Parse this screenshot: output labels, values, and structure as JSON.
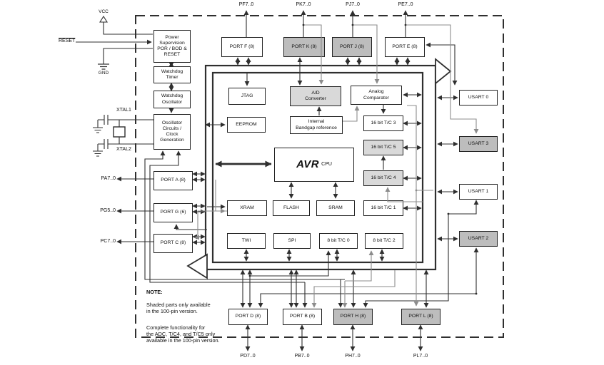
{
  "pins": {
    "pf": "PF7..0",
    "pk": "PK7..0",
    "pj": "PJ7..0",
    "pe": "PE7..0",
    "pa": "PA7..0",
    "pg": "PG5..0",
    "pc": "PC7..0",
    "pd": "PD7..0",
    "pb": "PB7..0",
    "ph": "PH7..0",
    "pl": "PL7..0",
    "vcc": "VCC",
    "reset": "RESET",
    "gnd": "GND",
    "xtal1": "XTAL1",
    "xtal2": "XTAL2"
  },
  "blocks": {
    "power_supervision": "Power\nSupervision\nPOR / BOD &\nRESET",
    "watchdog_timer": "Watchdog\nTimer",
    "watchdog_oscillator": "Watchdog\nOscillator",
    "oscillator": "Oscillator\nCircuits /\nClock\nGeneration",
    "port_f": "PORT F (8)",
    "port_k": "PORT K (8)",
    "port_j": "PORT J (8)",
    "port_e": "PORT E (8)",
    "port_a": "PORT A (8)",
    "port_g": "PORT G (6)",
    "port_c": "PORT C (8)",
    "port_d": "PORT D (8)",
    "port_b": "PORT B (8)",
    "port_h": "PORT H (8)",
    "port_l": "PORT L (8)",
    "jtag": "JTAG",
    "adc": "A/D\nConverter",
    "comparator": "Analog\nComparator",
    "eeprom": "EEPROM",
    "bandgap": "Internal\nBandgap reference",
    "tc3": "16 bit T/C 3",
    "tc5": "16 bit T/C 5",
    "tc4": "16 bit T/C 4",
    "tc1": "16 bit T/C 1",
    "cpu_logo": "AVR",
    "cpu_label": "CPU",
    "xram": "XRAM",
    "flash": "FLASH",
    "sram": "SRAM",
    "twi": "TWI",
    "spi": "SPI",
    "tc0": "8 bit T/C 0",
    "tc2": "8 bit T/C 2",
    "usart0": "USART 0",
    "usart1": "USART 1",
    "usart2": "USART 2",
    "usart3": "USART 3"
  },
  "note": {
    "title": "NOTE:",
    "p1": "Shaded parts only available\nin the 100-pin version.",
    "p2": "Complete functionality for\nthe ADC, T/C4, and T/C5 only\navailable in the 100-pin version."
  },
  "colors": {
    "shaded_port": "#bdbdbd",
    "shaded_peripheral": "#d9d9d9",
    "line": "#2f2f2f",
    "gray_line": "#8c8c8c"
  }
}
